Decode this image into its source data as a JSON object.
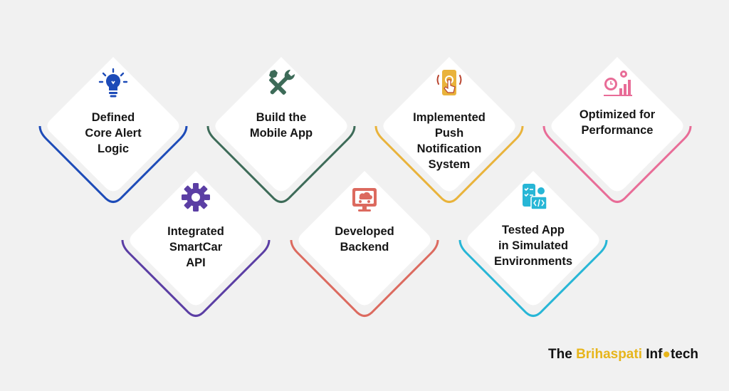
{
  "background": "#f1f1f1",
  "steps": [
    {
      "lines": [
        "Defined",
        "Core Alert",
        "Logic"
      ],
      "icon": "lightbulb-icon",
      "color": "#1d4bb8"
    },
    {
      "lines": [
        "Build the",
        "Mobile App"
      ],
      "icon": "tools-icon",
      "color": "#3d6b58"
    },
    {
      "lines": [
        "Implemented",
        "Push Notification",
        "System"
      ],
      "icon": "touch-phone-icon",
      "color": "#e9b33b"
    },
    {
      "lines": [
        "Optimized for",
        "Performance"
      ],
      "icon": "performance-icon",
      "color": "#e86c97"
    },
    {
      "lines": [
        "Integrated",
        "SmartCar",
        "API"
      ],
      "icon": "gear-icon",
      "color": "#5b3ea4"
    },
    {
      "lines": [
        "Developed",
        "Backend"
      ],
      "icon": "server-cloud-icon",
      "color": "#dc6a5f"
    },
    {
      "lines": [
        "Tested App",
        "in Simulated",
        "Environments"
      ],
      "icon": "testing-icon",
      "color": "#27b6d6"
    }
  ],
  "brand": {
    "prefix": "The ",
    "accent": "Brihaspati",
    "middle": " Inf",
    "glyph": "●",
    "suffix": "tech"
  }
}
